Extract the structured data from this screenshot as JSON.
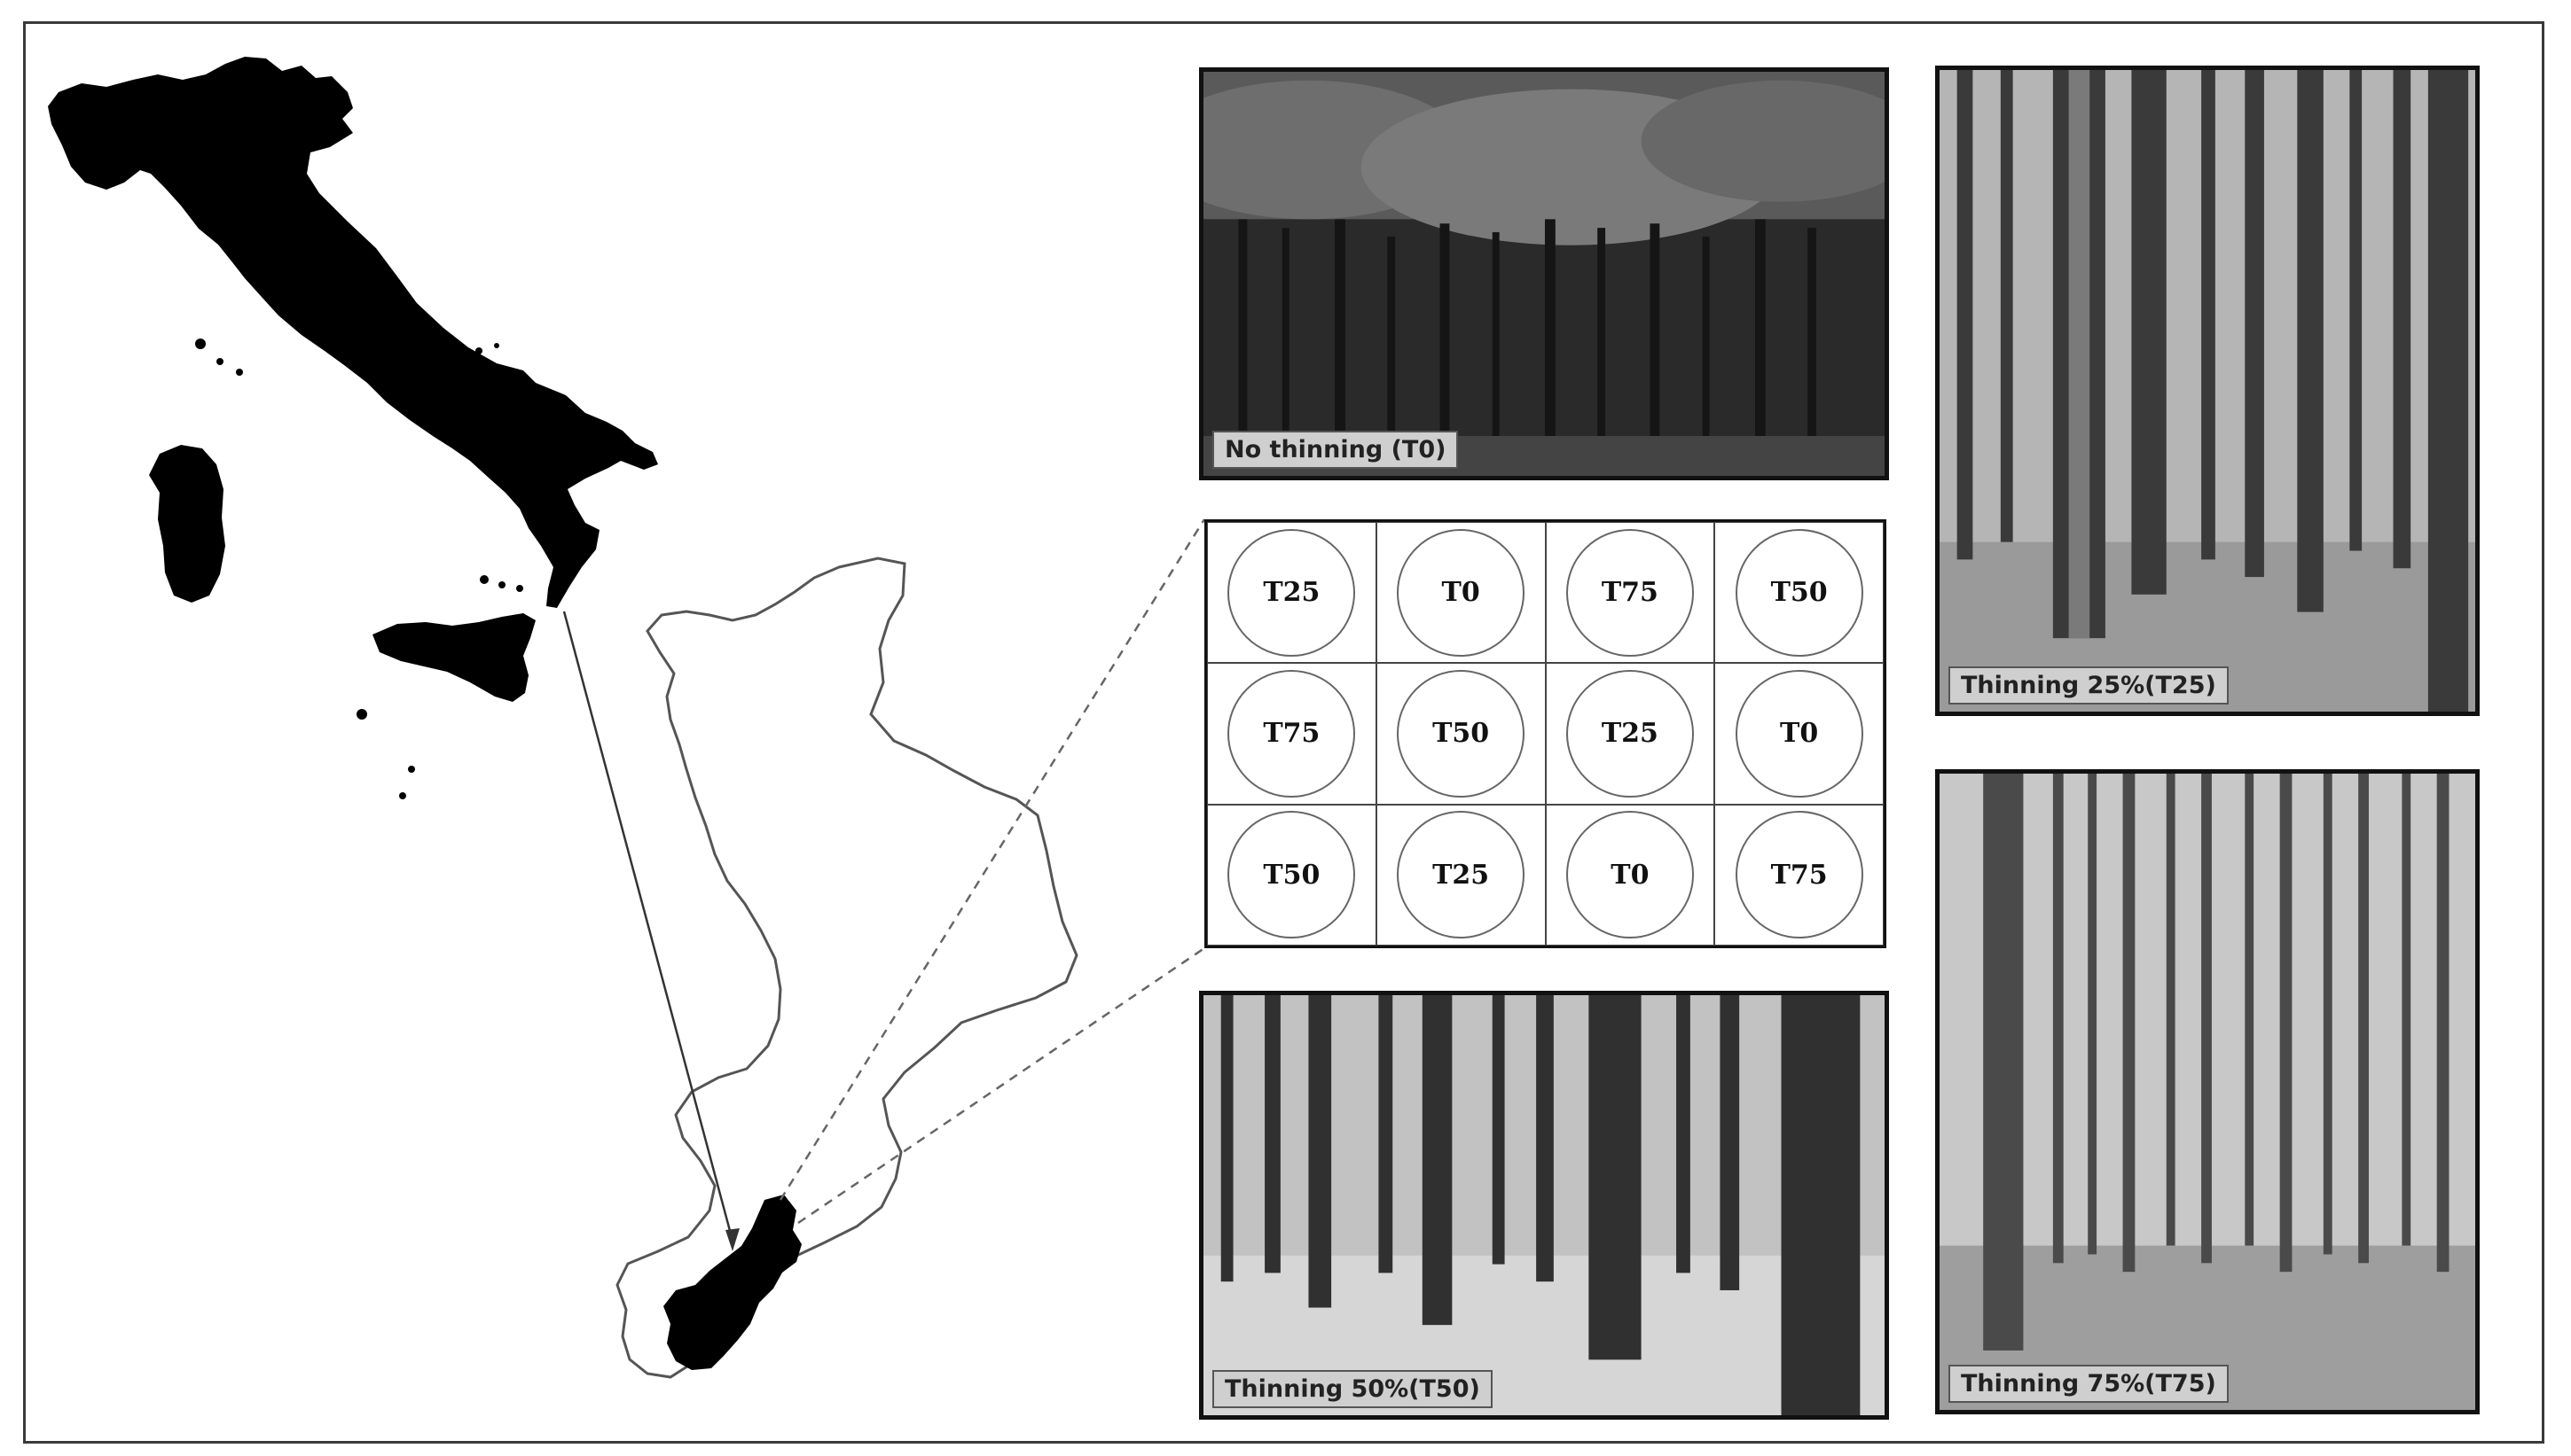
{
  "photos": {
    "t0": {
      "caption": "No thinning (T0)"
    },
    "t25": {
      "caption": "Thinning 25%(T25)"
    },
    "t50": {
      "caption": "Thinning 50%(T50)"
    },
    "t75": {
      "caption": "Thinning 75%(T75)"
    }
  },
  "plot_layout": {
    "rows": [
      [
        "T25",
        "T0",
        "T75",
        "T50"
      ],
      [
        "T75",
        "T50",
        "T25",
        "T0"
      ],
      [
        "T50",
        "T25",
        "T0",
        "T75"
      ]
    ]
  },
  "map": {
    "country": "Italy",
    "region": "Calabria"
  }
}
